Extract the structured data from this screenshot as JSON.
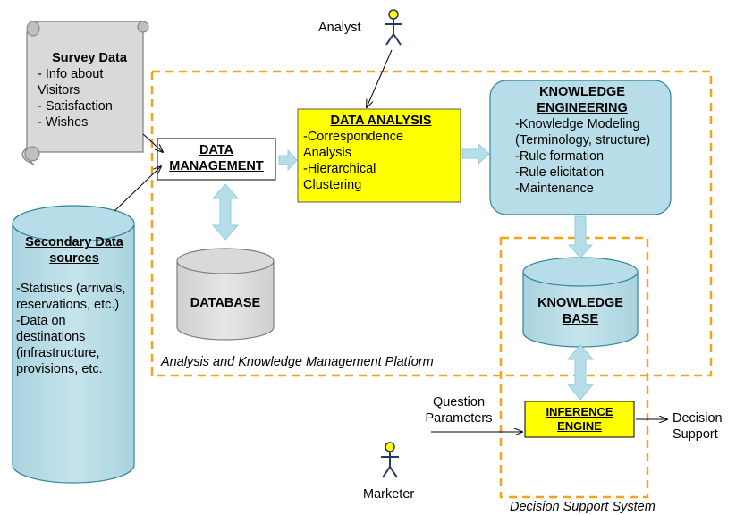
{
  "analyst_label": "Analyst",
  "marketer_label": "Marketer",
  "survey": {
    "title": "Survey Data",
    "lines": [
      "- Info about",
      "Visitors",
      "- Satisfaction",
      "- Wishes"
    ]
  },
  "secondary": {
    "title_lines": [
      "Secondary Data",
      "sources"
    ],
    "lines": [
      "-Statistics (arrivals,",
      "reservations, etc.)",
      "-Data on",
      "destinations",
      "(infrastructure,",
      "provisions, etc."
    ]
  },
  "data_management": {
    "title_lines": [
      "DATA",
      "MANAGEMENT"
    ]
  },
  "database": {
    "title": "DATABASE"
  },
  "data_analysis": {
    "title": "DATA ANALYSIS",
    "lines": [
      "-Correspondence",
      "Analysis",
      "-Hierarchical",
      "Clustering"
    ]
  },
  "knowledge_engineering": {
    "title_lines": [
      "KNOWLEDGE",
      "ENGINEERING"
    ],
    "lines": [
      "-Knowledge Modeling",
      "(Terminology, structure)",
      "-Rule formation",
      "-Rule elicitation",
      "-Maintenance"
    ]
  },
  "knowledge_base": {
    "title_lines": [
      "KNOWLEDGE",
      "BASE"
    ]
  },
  "inference_engine": {
    "title_lines": [
      "INFERENCE",
      "ENGINE"
    ]
  },
  "question_params": {
    "lines": [
      "Question",
      "Parameters"
    ]
  },
  "decision_support_out": {
    "lines": [
      "Decision",
      "Support"
    ]
  },
  "platform_label": "Analysis and Knowledge Management Platform",
  "dss_label": "Decision Support System",
  "colors": {
    "dashed_border": "#f7a21b",
    "teal_fill": "#b7dde8",
    "teal_stroke": "#31859c",
    "yellow_fill": "#ffff00",
    "arrow_fill": "#b7dde8",
    "arrow_stroke": "#93cddd",
    "gray_fill": "#d9d9d9",
    "scroll_fill": "#d9d9d9"
  }
}
